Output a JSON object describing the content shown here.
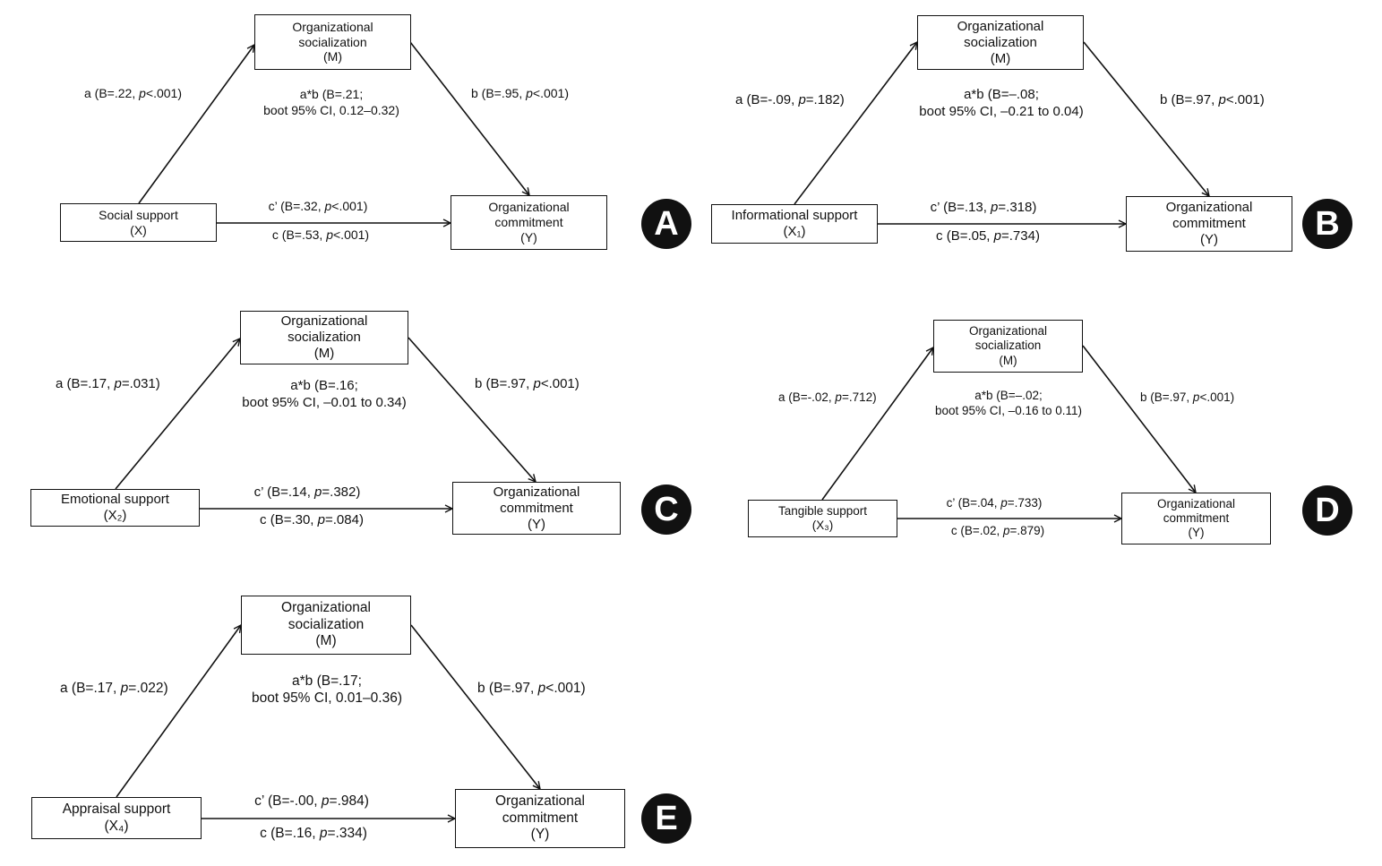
{
  "panels": [
    {
      "letter": "A",
      "m_box": [
        "Organizational",
        "socialization",
        "(M)"
      ],
      "x_box": [
        "Social support",
        "(X)"
      ],
      "y_box": [
        "Organizational",
        "commitment",
        "(Y)"
      ],
      "a_path": {
        "pre": "a (B=.22, ",
        "p": "p",
        "post": "<.001)"
      },
      "b_path": {
        "pre": "b (B=.95, ",
        "p": "p",
        "post": "<.001)"
      },
      "ab_line1": "a*b (B=.21;",
      "ab_line2": "boot 95% CI, 0.12–0.32)",
      "c_prime": {
        "pre": "c’ (B=.32, ",
        "p": "p",
        "post": "<.001)"
      },
      "c_total": {
        "pre": "c (B=.53, ",
        "p": "p",
        "post": "<.001)"
      }
    },
    {
      "letter": "B",
      "m_box": [
        "Organizational",
        "socialization",
        "(M)"
      ],
      "x_box": [
        "Informational support",
        "(X₁)"
      ],
      "y_box": [
        "Organizational",
        "commitment",
        "(Y)"
      ],
      "a_path": {
        "pre": "a (B=-.09, ",
        "p": "p",
        "post": "=.182)"
      },
      "b_path": {
        "pre": "b (B=.97, ",
        "p": "p",
        "post": "<.001)"
      },
      "ab_line1": "a*b (B=–.08;",
      "ab_line2": "boot 95% CI, –0.21 to 0.04)",
      "c_prime": {
        "pre": "c’ (B=.13, ",
        "p": "p",
        "post": "=.318)"
      },
      "c_total": {
        "pre": "c (B=.05, ",
        "p": "p",
        "post": "=.734)"
      }
    },
    {
      "letter": "C",
      "m_box": [
        "Organizational",
        "socialization",
        "(M)"
      ],
      "x_box": [
        "Emotional support",
        "(X₂)"
      ],
      "y_box": [
        "Organizational",
        "commitment",
        "(Y)"
      ],
      "a_path": {
        "pre": "a (B=.17, ",
        "p": "p",
        "post": "=.031)"
      },
      "b_path": {
        "pre": "b (B=.97, ",
        "p": "p",
        "post": "<.001)"
      },
      "ab_line1": "a*b (B=.16;",
      "ab_line2": "boot 95% CI, –0.01 to 0.34)",
      "c_prime": {
        "pre": "c’ (B=.14, ",
        "p": "p",
        "post": "=.382)"
      },
      "c_total": {
        "pre": "c (B=.30, ",
        "p": "p",
        "post": "=.084)"
      }
    },
    {
      "letter": "D",
      "m_box": [
        "Organizational",
        "socialization",
        "(M)"
      ],
      "x_box": [
        "Tangible support",
        "(X₃)"
      ],
      "y_box": [
        "Organizational",
        "commitment",
        "(Y)"
      ],
      "a_path": {
        "pre": "a (B=-.02, ",
        "p": "p",
        "post": "=.712)"
      },
      "b_path": {
        "pre": "b (B=.97, ",
        "p": "p",
        "post": "<.001)"
      },
      "ab_line1": "a*b (B=–.02;",
      "ab_line2": "boot 95% CI, –0.16 to 0.11)",
      "c_prime": {
        "pre": "c’ (B=.04, ",
        "p": "p",
        "post": "=.733)"
      },
      "c_total": {
        "pre": "c (B=.02, ",
        "p": "p",
        "post": "=.879)"
      }
    },
    {
      "letter": "E",
      "m_box": [
        "Organizational",
        "socialization",
        "(M)"
      ],
      "x_box": [
        "Appraisal support",
        "(X₄)"
      ],
      "y_box": [
        "Organizational",
        "commitment",
        "(Y)"
      ],
      "a_path": {
        "pre": "a (B=.17, ",
        "p": "p",
        "post": "=.022)"
      },
      "b_path": {
        "pre": "b (B=.97, ",
        "p": "p",
        "post": "<.001)"
      },
      "ab_line1": "a*b (B=.17;",
      "ab_line2": "boot 95% CI, 0.01–0.36)",
      "c_prime": {
        "pre": "c’ (B=-.00, ",
        "p": "p",
        "post": "=.984)"
      },
      "c_total": {
        "pre": "c (B=.16, ",
        "p": "p",
        "post": "=.334)"
      }
    }
  ]
}
